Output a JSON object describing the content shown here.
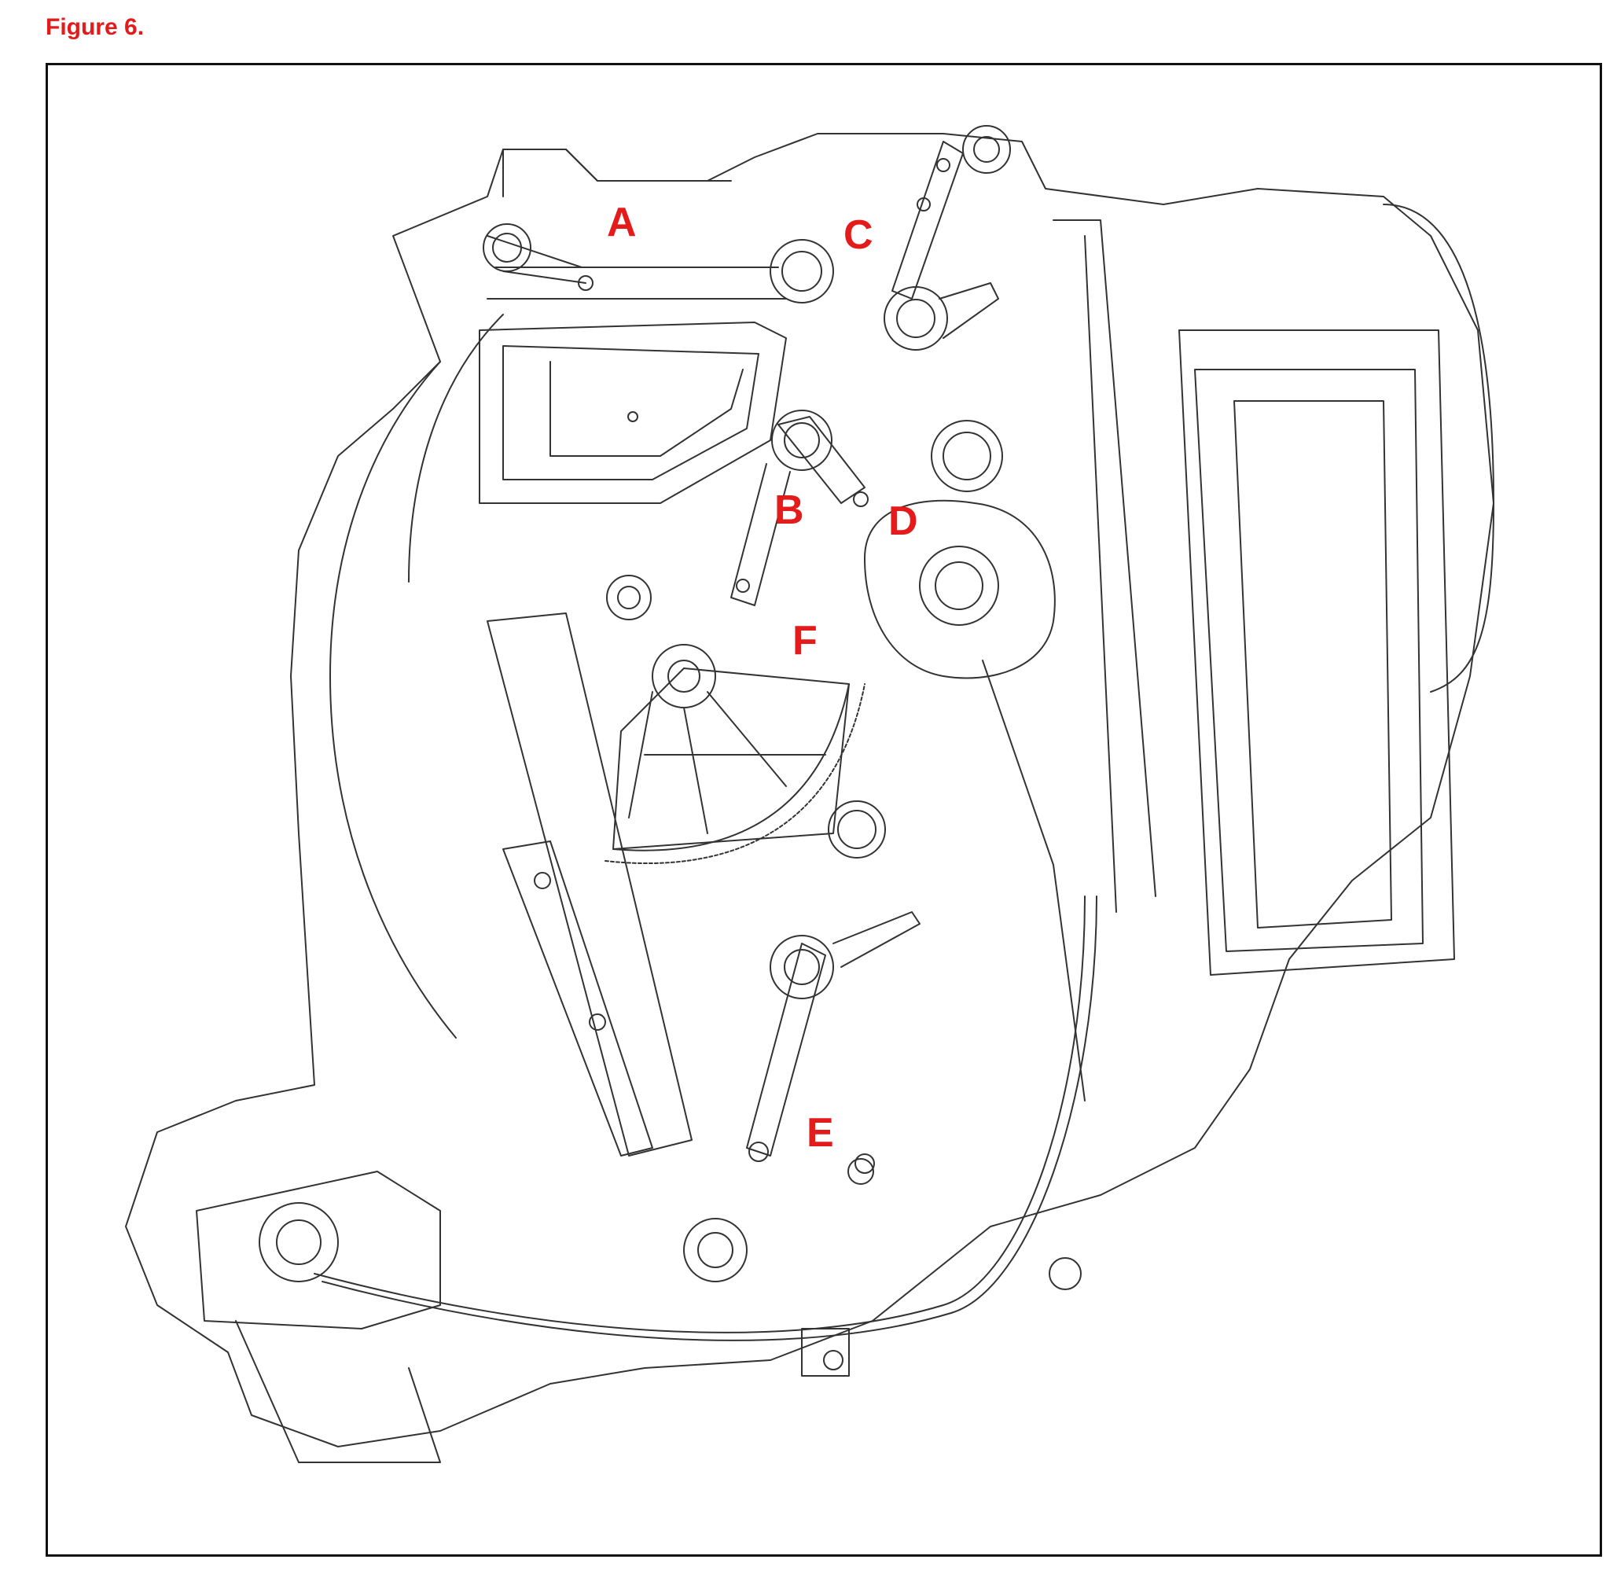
{
  "figure": {
    "title": "Figure 6."
  },
  "callouts": [
    "A",
    "B",
    "C",
    "D",
    "E",
    "F"
  ],
  "colors": {
    "label": "#e31b1b",
    "line": "#333333",
    "frame": "#111111",
    "background": "#ffffff"
  }
}
